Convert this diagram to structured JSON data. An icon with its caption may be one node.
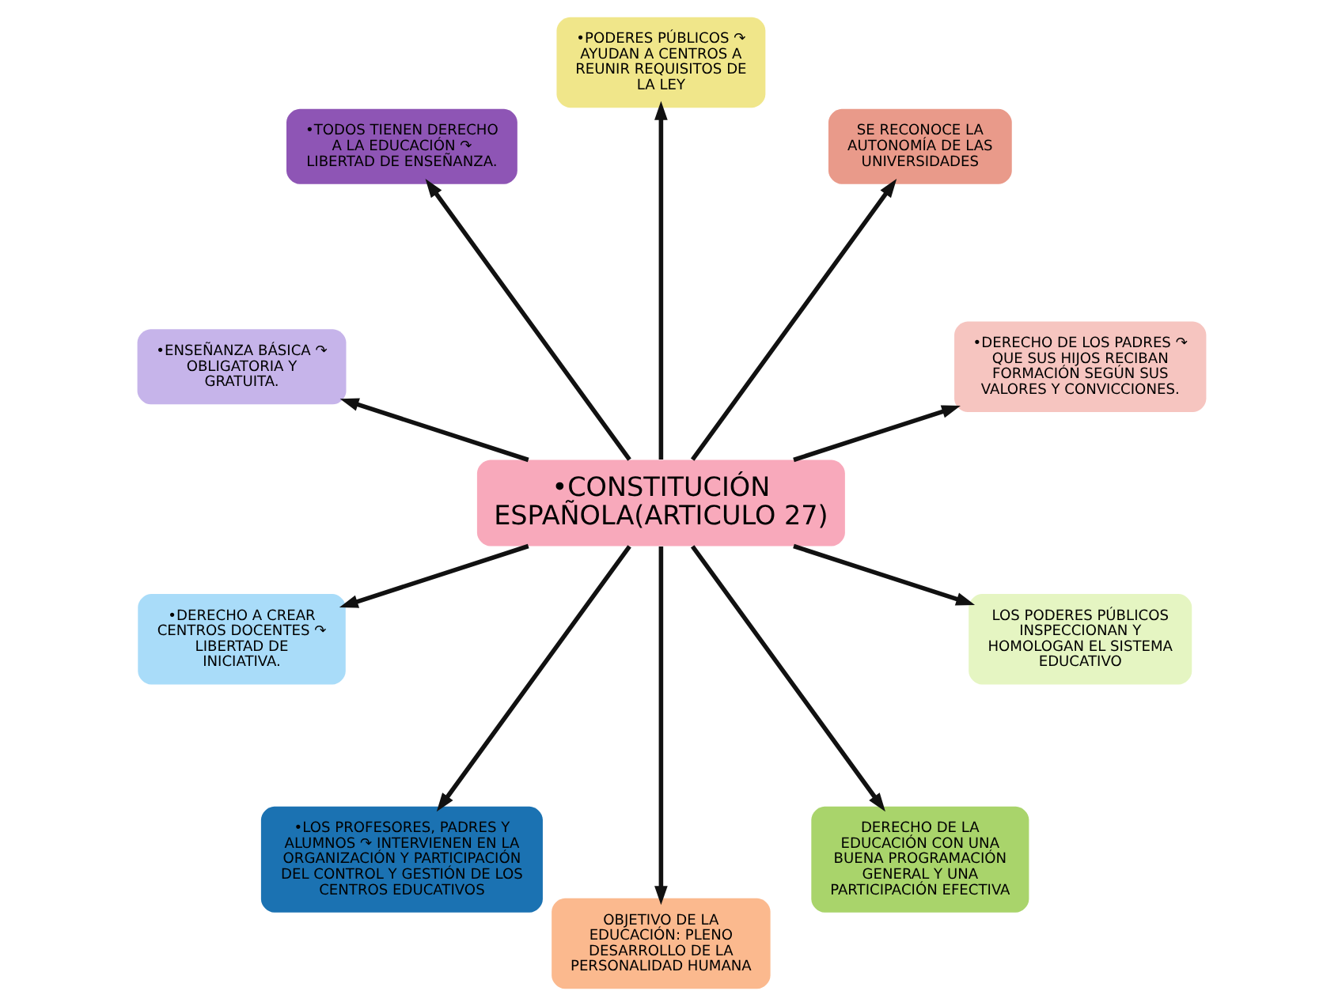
{
  "diagram": {
    "nodes": [
      {
        "text": [
          "•TODOS TIENEN DERECHO A LA EDUCACIÓN ↷ LIBERTAD DE ENSEÑANZA."
        ]
      },
      {
        "text": [
          "•PODERES PÚBLICOS ↷ AYUDAN A CENTROS A REUNIR REQUISITOS DE LA LEY"
        ]
      },
      {
        "text": [
          "•DERECHO DE LOS PADRES ↷ QUE SUS HIJOS RECIBAN FORMACIÓN SEGÚN SUS VALORES Y CONVICCIONES."
        ]
      },
      {
        "text": [
          "SE RECONOCE LA AUTONOMÍA DE LAS UNIVERSIDADES"
        ]
      },
      {
        "text": [
          "•ENSEÑANZA BÁSICA ↷ OBLIGATORIA Y GRATUITA."
        ]
      },
      {
        "text": [
          "•CONSTITUCIÓN ESPAÑOLA(ARTICULO 27)"
        ]
      },
      {
        "text": [
          "•DERECHO A CREAR CENTROS DOCENTES ↷ LIBERTAD DE INICIATIVA."
        ]
      },
      {
        "text": [
          "LOS PODERES PÚBLICOS INSPECCIONAN Y HOMOLOGAN EL SISTEMA EDUCATIVO"
        ]
      },
      {
        "text": [
          "•LOS PROFESORES, PADRES Y ALUMNOS ↷ INTERVIENEN EN LA ORGANIZACIÓN Y PARTICIPACIÓN DEL CONTROL Y GESTIÓN DE LOS CENTROS EDUCATIVOS"
        ]
      },
      {
        "text": [
          "OBJETIVO DE LA EDUCACIÓN: PLENO DESARROLLO DE LA PERSONALIDAD HUMANA"
        ]
      },
      {
        "text": [
          "DERECHO DE LA EDUCACIÓN CON UNA BUENA PROGRAMACIÓN GENERAL Y UNA PARTICIPACIÓN EFECTIVA"
        ]
      }
    ],
    "edges": [
      {
        "from": 5,
        "to": 0,
        "arrow": "to"
      },
      {
        "from": 5,
        "to": 1,
        "arrow": "to"
      },
      {
        "from": 5,
        "to": 3,
        "arrow": "to"
      },
      {
        "from": 5,
        "to": 2,
        "arrow": "to"
      },
      {
        "from": 5,
        "to": 7,
        "arrow": "to"
      },
      {
        "from": 5,
        "to": 10,
        "arrow": "to"
      },
      {
        "from": 5,
        "to": 9,
        "arrow": "to"
      },
      {
        "from": 5,
        "to": 8,
        "arrow": "to"
      },
      {
        "from": 5,
        "to": 6,
        "arrow": "to"
      },
      {
        "from": 5,
        "to": 4,
        "arrow": "to"
      }
    ]
  }
}
